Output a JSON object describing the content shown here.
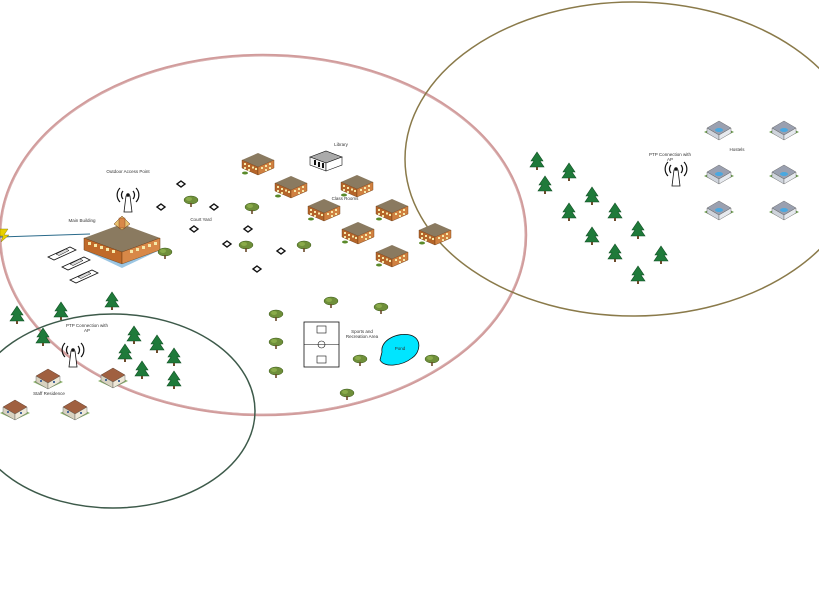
{
  "labels": {
    "outdoor_ap": "Outdoor Access Point",
    "main_building": "Main Building",
    "library": "Library",
    "court_yard": "Court Yard",
    "class_rooms": "Class Rooms",
    "ptp_left": "PTP Connection with AP",
    "ptp_right": "PTP Connection with AP",
    "staff_residence": "Staff Residence",
    "sports_area": "Sports and Recreation Area",
    "pond": "Pond",
    "hostels": "Hostels"
  },
  "colors": {
    "campus_ring": "#c98a8a",
    "hostel_ring": "#9a8a5a",
    "staff_ring": "#3d5a4a",
    "tree": "#1f7a3a",
    "pond": "#00e5ff",
    "brick": "#b5652a",
    "roof": "#7a6a55"
  },
  "icons": {
    "tower": "radio-tower-icon",
    "tree": "pine-tree-icon",
    "round_tree": "round-tree-icon",
    "building": "building-icon",
    "house": "house-icon",
    "car": "car-icon"
  }
}
